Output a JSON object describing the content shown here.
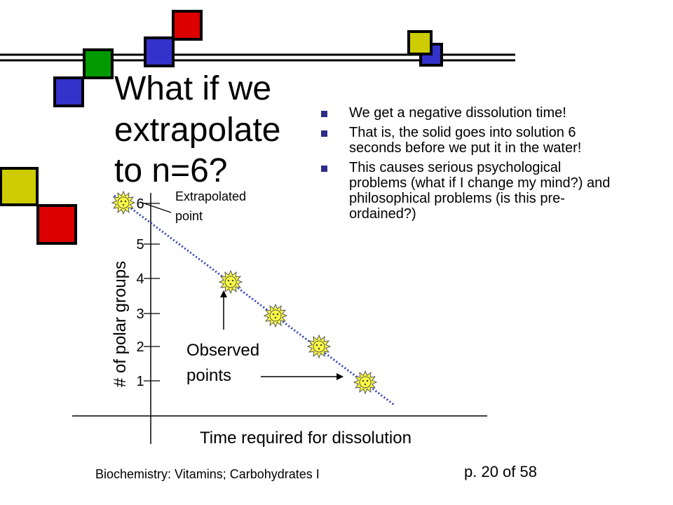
{
  "slide": {
    "title_lines": [
      "What if we",
      "extrapolate",
      "to n=6?"
    ],
    "bullets": [
      "We get a negative dissolution time!",
      "That is, the solid goes into solution 6 seconds before we put it in the water!",
      "This causes serious psychological problems (what if I change my mind?) and philosophical problems (is this pre-ordained?)"
    ],
    "footer": "Biochemistry: Vitamins; Carbohydrates I",
    "page": "p. 20 of 58"
  },
  "colors": {
    "blue": "#3333cc",
    "green": "#009900",
    "red": "#dd0000",
    "yellow": "#cccc00",
    "trendline": "#3344bb",
    "sun": "#ffff44"
  },
  "chart_data": {
    "type": "scatter",
    "xlabel": "Time required for dissolution",
    "ylabel": "# of polar groups",
    "y_ticks": [
      1,
      2,
      3,
      4,
      5,
      6
    ],
    "annotations": {
      "extrapolated": "Extrapolated point",
      "extrapolated_lines": [
        "Extrapolated",
        "point"
      ],
      "observed_lines": [
        "Observed",
        "points"
      ]
    },
    "series": [
      {
        "kind": "extrapolated",
        "points": [
          {
            "y": 6
          }
        ]
      },
      {
        "kind": "observed",
        "points": [
          {
            "y": 4
          },
          {
            "y": 3
          },
          {
            "y": 2
          },
          {
            "y": 1
          }
        ]
      }
    ],
    "trendline": "dotted"
  }
}
